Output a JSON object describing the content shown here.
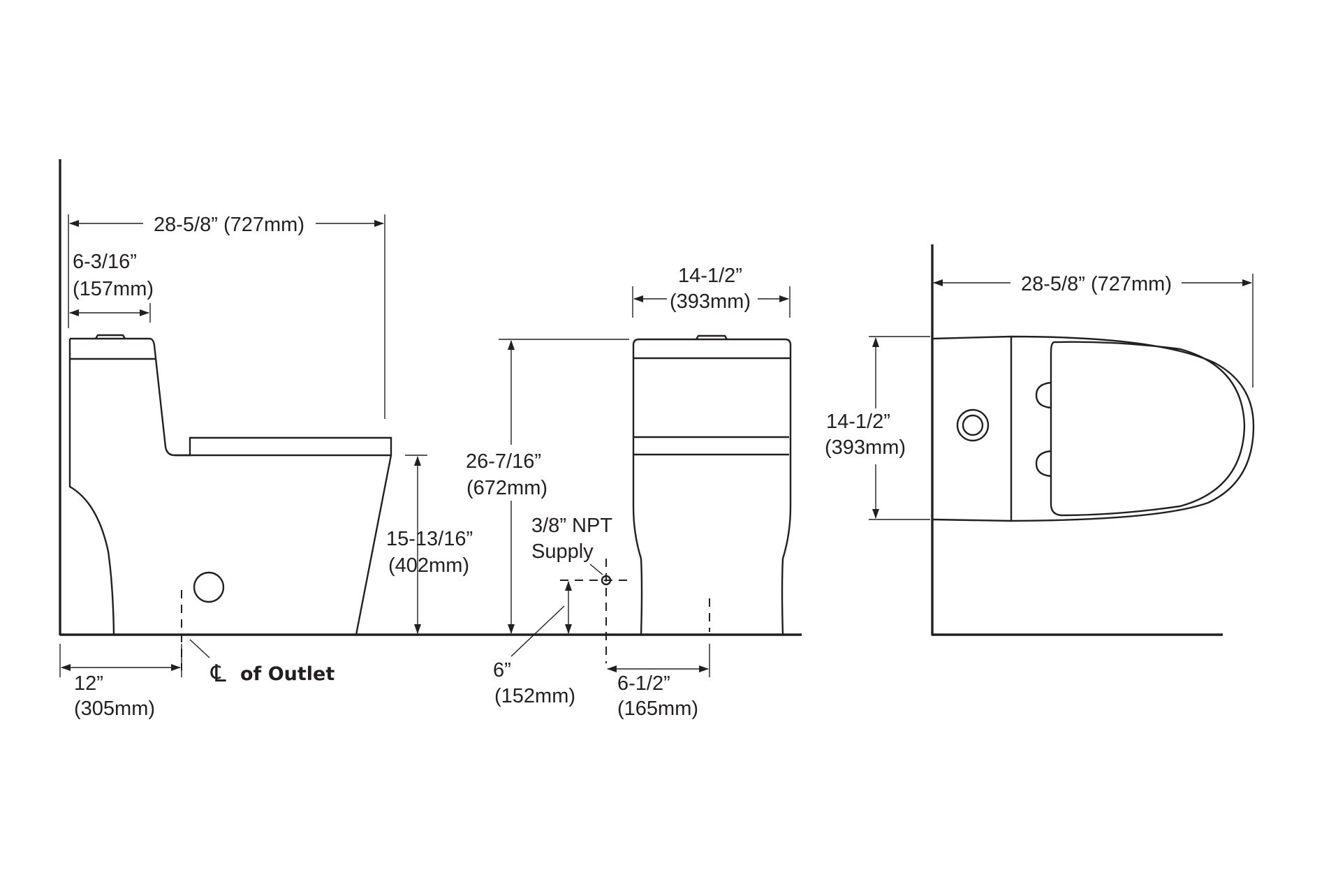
{
  "side_view": {
    "overall_depth": "28-5/8” (727mm)",
    "tank_setback_in": "6-3/16”",
    "tank_setback_mm": "(157mm)",
    "seat_height_in": "15-13/16”",
    "seat_height_mm": "(402mm)",
    "rough_in_in": "12”",
    "rough_in_mm": "(305mm)",
    "outlet_symbol": "℄",
    "outlet_label": "of Outlet"
  },
  "front_view": {
    "width_in": "14-1/2”",
    "width_mm": "(393mm)",
    "height_in": "26-7/16”",
    "height_mm": "(672mm)",
    "supply_line1": "3/8” NPT",
    "supply_line2": "Supply",
    "supply_height_in": "6”",
    "supply_height_mm": "(152mm)",
    "supply_offset_in": "6-1/2”",
    "supply_offset_mm": "(165mm)"
  },
  "top_view": {
    "overall_depth": "28-5/8” (727mm)",
    "width_in": "14-1/2”",
    "width_mm": "(393mm)"
  }
}
